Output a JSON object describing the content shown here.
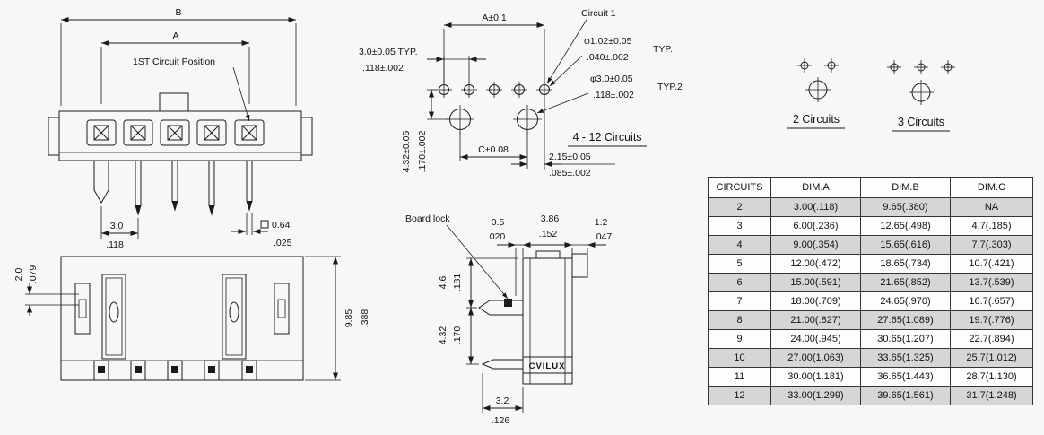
{
  "front_view": {
    "dim_b": "B",
    "dim_a": "A",
    "first_circuit_label": "1ST Circuit Position",
    "pitch_mm": "3.0",
    "pitch_in": ".118",
    "pin_mm": "0.64",
    "pin_in": ".025"
  },
  "top_view": {
    "slot_mm": "2.0",
    "slot_in": ".079",
    "height_mm": "9.85",
    "height_in": ".388"
  },
  "pcb_layout": {
    "dim_a": "A±0.1",
    "circuit1": "Circuit 1",
    "pitch_mm": "3.0±0.05 TYP.",
    "pitch_in": ".118±.002",
    "small_hole_mm": "φ1.02±0.05",
    "small_hole_in": ".040±.002",
    "small_hole_typ": "TYP.",
    "big_hole_mm": "φ3.0±0.05",
    "big_hole_in": ".118±.002",
    "big_hole_typ": "TYP.2",
    "circuits_range": "4 - 12 Circuits",
    "dim_c": "C±0.08",
    "offset_mm": "2.15±0.05",
    "offset_in": ".085±.002",
    "row_gap_mm": "4.32±0.05",
    "row_gap_in": ".170±.002"
  },
  "patterns": {
    "two_label": "2 Circuits",
    "three_label": "3 Circuits"
  },
  "side_view": {
    "board_lock": "Board lock",
    "d1_mm": "0.5",
    "d1_in": ".020",
    "d2_mm": "3.86",
    "d2_in": ".152",
    "d3_mm": "1.2",
    "d3_in": ".047",
    "d4_mm": "4.6",
    "d4_in": ".181",
    "d5_mm": "4.32",
    "d5_in": ".170",
    "d6_mm": "3.2",
    "d6_in": ".126",
    "brand": "CVILUX"
  },
  "table": {
    "headers": [
      "CIRCUITS",
      "DIM.A",
      "DIM.B",
      "DIM.C"
    ],
    "rows": [
      [
        "2",
        "3.00(.118)",
        "9.65(.380)",
        "NA"
      ],
      [
        "3",
        "6.00(.236)",
        "12.65(.498)",
        "4.7(.185)"
      ],
      [
        "4",
        "9.00(.354)",
        "15.65(.616)",
        "7.7(.303)"
      ],
      [
        "5",
        "12.00(.472)",
        "18.65(.734)",
        "10.7(.421)"
      ],
      [
        "6",
        "15.00(.591)",
        "21.65(.852)",
        "13.7(.539)"
      ],
      [
        "7",
        "18.00(.709)",
        "24.65(.970)",
        "16.7(.657)"
      ],
      [
        "8",
        "21.00(.827)",
        "27.65(1.089)",
        "19.7(.776)"
      ],
      [
        "9",
        "24.00(.945)",
        "30.65(1.207)",
        "22.7(.894)"
      ],
      [
        "10",
        "27.00(1.063)",
        "33.65(1.325)",
        "25.7(1.012)"
      ],
      [
        "11",
        "30.00(1.181)",
        "36.65(1.443)",
        "28.7(1.130)"
      ],
      [
        "12",
        "33.00(1.299)",
        "39.65(1.561)",
        "31.7(1.248)"
      ]
    ]
  }
}
